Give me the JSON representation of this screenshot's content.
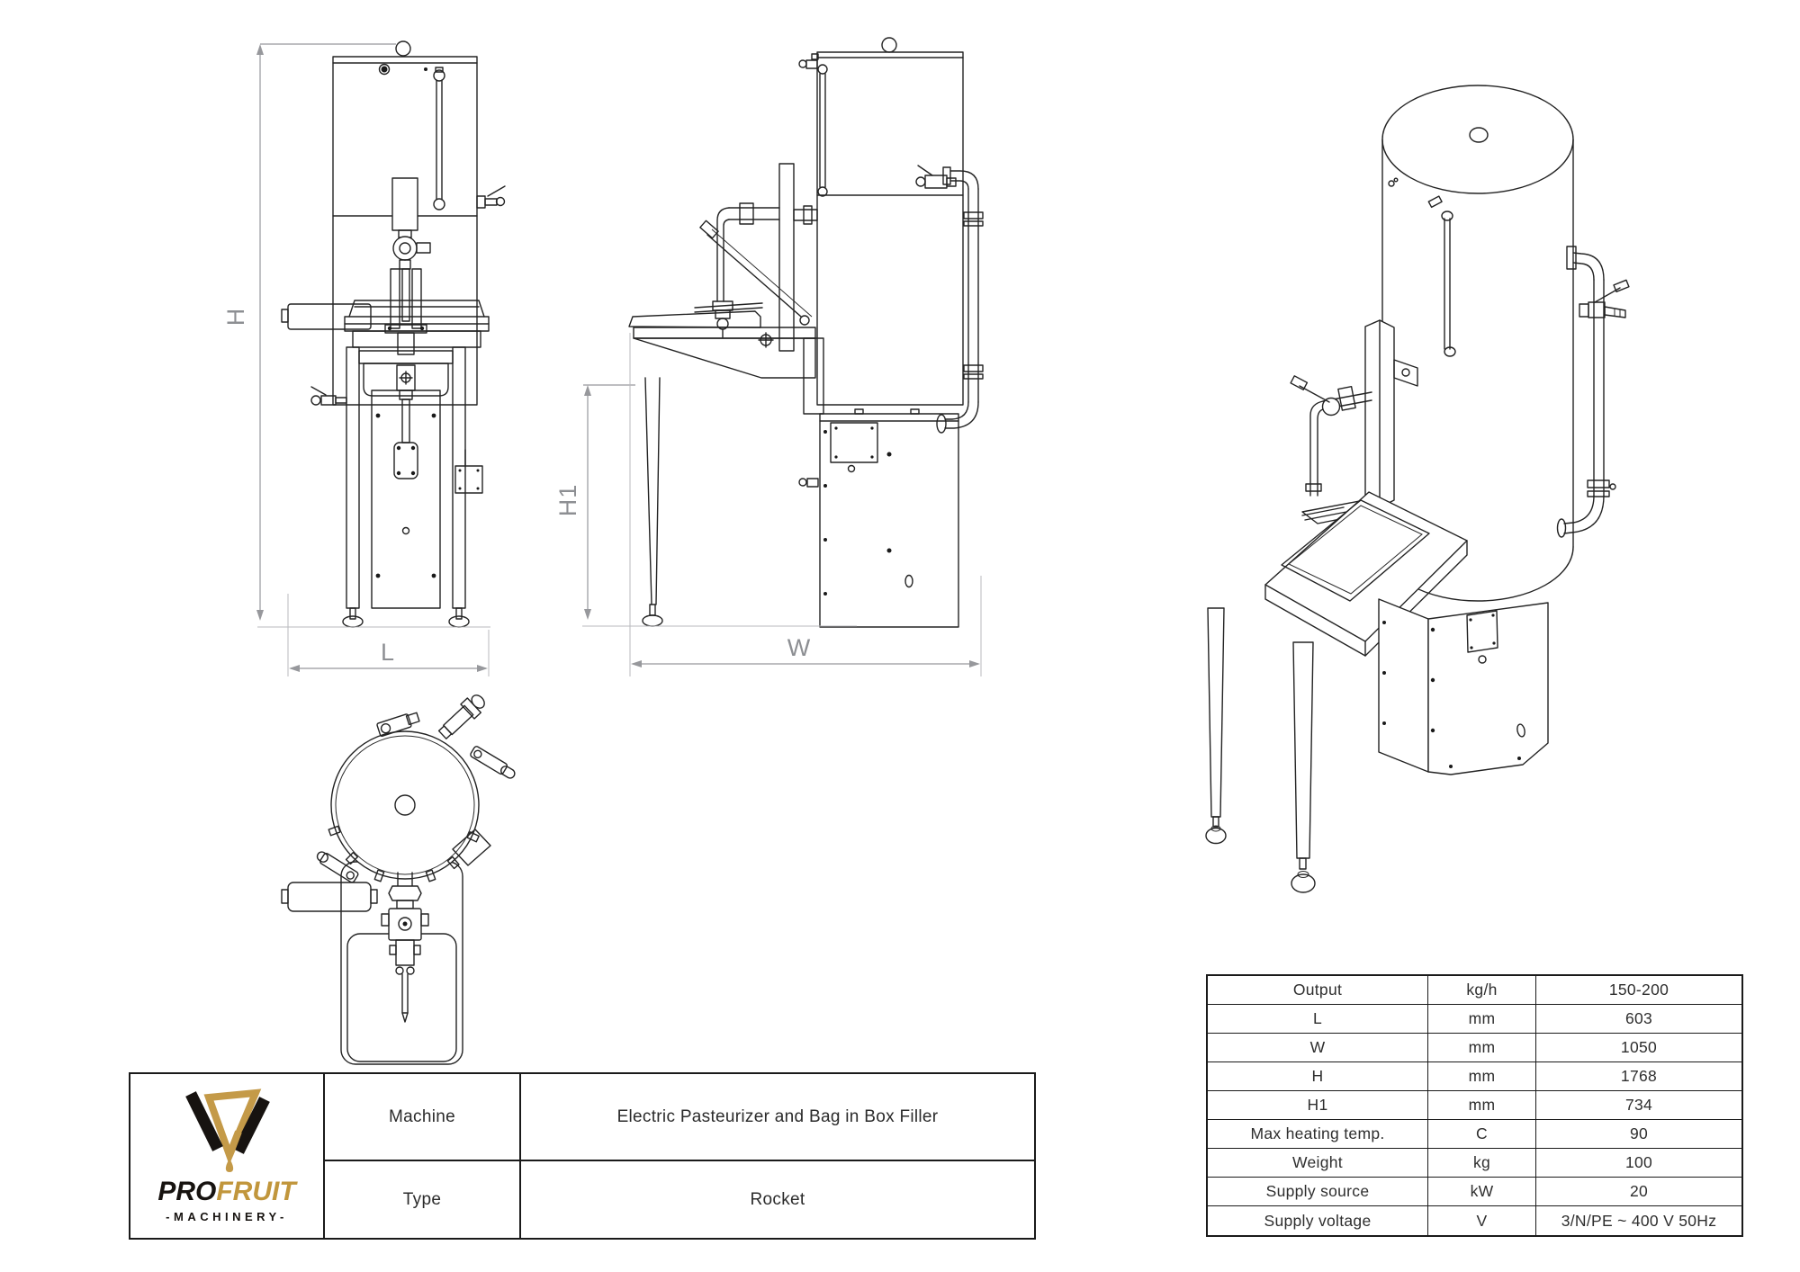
{
  "drawings": {
    "dims": {
      "h": "H",
      "l": "L",
      "h1": "H1",
      "w": "W"
    }
  },
  "title_block": {
    "logo": {
      "brand_pro": "PRO",
      "brand_fruit": "FRUIT",
      "machinery_label": "-MACHINERY-",
      "gold_color": "#c1963c",
      "black_color": "#171310"
    },
    "rows": [
      {
        "label": "Machine",
        "value": "Electric Pasteurizer and Bag in Box Filler"
      },
      {
        "label": "Type",
        "value": "Rocket"
      }
    ]
  },
  "spec_table": {
    "rows": [
      {
        "parameter": "Output",
        "unit": "kg/h",
        "value": "150-200"
      },
      {
        "parameter": "L",
        "unit": "mm",
        "value": "603"
      },
      {
        "parameter": "W",
        "unit": "mm",
        "value": "1050"
      },
      {
        "parameter": "H",
        "unit": "mm",
        "value": "1768"
      },
      {
        "parameter": "H1",
        "unit": "mm",
        "value": "734"
      },
      {
        "parameter": "Max heating temp.",
        "unit": "C",
        "value": "90"
      },
      {
        "parameter": "Weight",
        "unit": "kg",
        "value": "100"
      },
      {
        "parameter": "Supply source",
        "unit": "kW",
        "value": "20"
      },
      {
        "parameter": "Supply voltage",
        "unit": "V",
        "value": "3/N/PE ~ 400 V 50Hz"
      }
    ]
  }
}
